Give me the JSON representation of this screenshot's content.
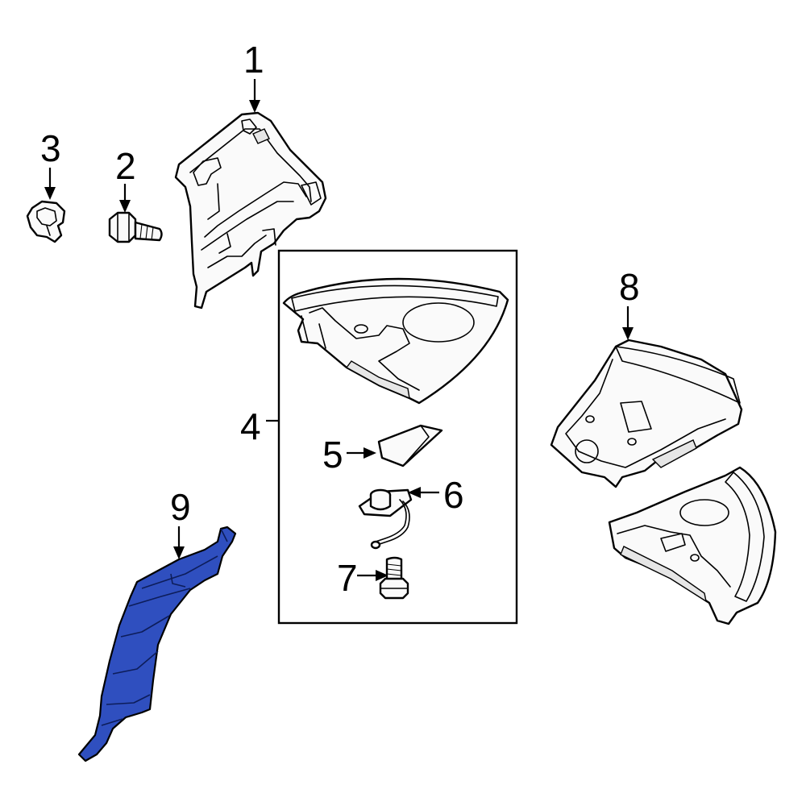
{
  "callouts": [
    {
      "id": "c1",
      "label": "1"
    },
    {
      "id": "c2",
      "label": "2"
    },
    {
      "id": "c3",
      "label": "3"
    },
    {
      "id": "c4",
      "label": "4"
    },
    {
      "id": "c5",
      "label": "5"
    },
    {
      "id": "c6",
      "label": "6"
    },
    {
      "id": "c7",
      "label": "7"
    },
    {
      "id": "c8",
      "label": "8"
    },
    {
      "id": "c9",
      "label": "9"
    }
  ],
  "colors": {
    "highlight": "#2f4fbf",
    "line": "#000000",
    "background": "#ffffff"
  }
}
